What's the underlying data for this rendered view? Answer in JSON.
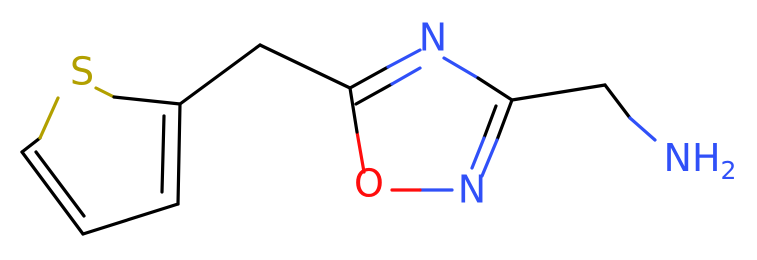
{
  "molecule": {
    "atoms": {
      "sulfur": "S",
      "nitrogen_ring_top": "N",
      "oxygen_ring": "O",
      "nitrogen_ring_bottom": "N",
      "amine_n": "NH",
      "amine_subscript": "2"
    },
    "colors": {
      "carbon_bond": "#000000",
      "sulfur": "#B2A000",
      "nitrogen": "#3050F8",
      "oxygen": "#FF0D0D"
    }
  }
}
